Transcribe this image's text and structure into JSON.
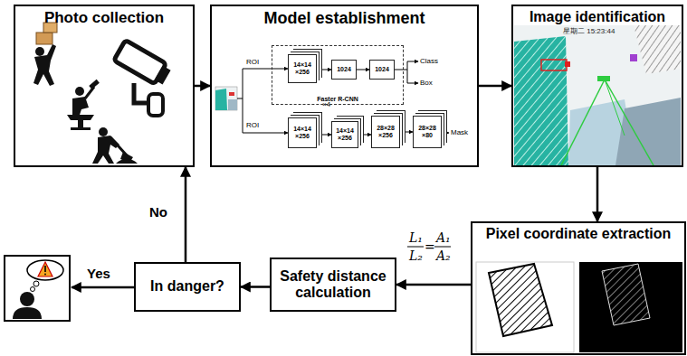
{
  "diagram": {
    "nodes": [
      {
        "text": [
          "Photo collection"
        ]
      },
      {
        "text": [
          "Model establishment"
        ]
      },
      {
        "text": [
          "Faster R-CNN"
        ],
        "in": 1
      },
      {
        "text": [
          "14×14 ×256"
        ],
        "in": 2
      },
      {
        "text": [
          "1024"
        ],
        "in": 2
      },
      {
        "text": [
          "1024"
        ],
        "in": 2
      },
      {
        "text": [
          "14×14 ×256"
        ],
        "in": 1
      },
      {
        "text": [
          "14×14 ×256"
        ],
        "in": 1
      },
      {
        "text": [
          "28×28 ×256"
        ],
        "in": 1
      },
      {
        "text": [
          "28×28 ×80"
        ],
        "in": 1
      },
      {
        "text": [
          "Image identification"
        ]
      },
      {
        "text": [
          "Pixel coordinate extraction"
        ]
      },
      {
        "text": [
          "Safety distance calculation"
        ]
      },
      {
        "text": [
          "In danger?"
        ]
      }
    ],
    "edges": [
      {
        "from": 0,
        "to": 1,
        "arrow": "to"
      },
      {
        "from": 1,
        "to": 10,
        "arrow": "to"
      },
      {
        "from": 10,
        "to": 11,
        "arrow": "to"
      },
      {
        "from": 11,
        "to": 12,
        "arrow": "to"
      },
      {
        "from": 12,
        "to": 13,
        "arrow": "to"
      },
      {
        "from": 13,
        "to": 0,
        "label": "No",
        "arrow": "to"
      },
      {
        "from": 3,
        "to": 4,
        "arrow": "to"
      },
      {
        "from": 4,
        "to": 5,
        "arrow": "to"
      },
      {
        "from": 6,
        "to": 7,
        "arrow": "to"
      },
      {
        "from": 7,
        "to": 8,
        "arrow": "to"
      },
      {
        "from": 8,
        "to": 9,
        "arrow": "to"
      }
    ],
    "labels": [
      "ROI",
      "Class",
      "Box",
      "ROI",
      "×4",
      "Mask",
      "星期二 15:23:44",
      "L₁",
      "L₂",
      "=",
      "A₁",
      "A₂",
      "Yes"
    ]
  }
}
